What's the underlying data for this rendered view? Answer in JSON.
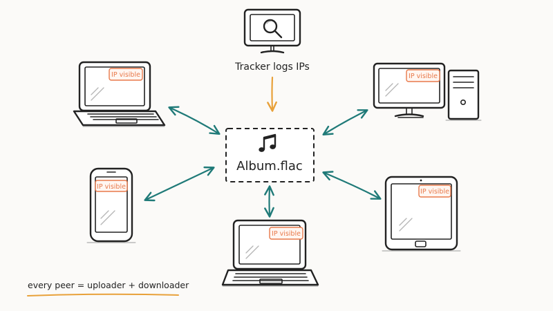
{
  "tracker": {
    "label": "Tracker logs IPs",
    "icon": "magnifier-icon"
  },
  "file": {
    "name": "Album.flac",
    "icon": "music-note-icon"
  },
  "badge_text": "IP visible",
  "footer": {
    "caption": "every peer = uploader + downloader"
  },
  "peers": [
    {
      "id": "laptop-top-left",
      "device": "laptop",
      "badge": "IP visible"
    },
    {
      "id": "desktop-top-right",
      "device": "desktop",
      "badge": "IP visible"
    },
    {
      "id": "phone-left",
      "device": "phone",
      "badge": "IP visible"
    },
    {
      "id": "laptop-bottom",
      "device": "laptop",
      "badge": "IP visible"
    },
    {
      "id": "tablet-right",
      "device": "tablet",
      "badge": "IP visible"
    }
  ],
  "colors": {
    "peer_arrow": "#1f7a78",
    "tracker_arrow": "#e8a13a",
    "badge": "#e8794a",
    "underline": "#e8a13a",
    "ink": "#222222"
  }
}
